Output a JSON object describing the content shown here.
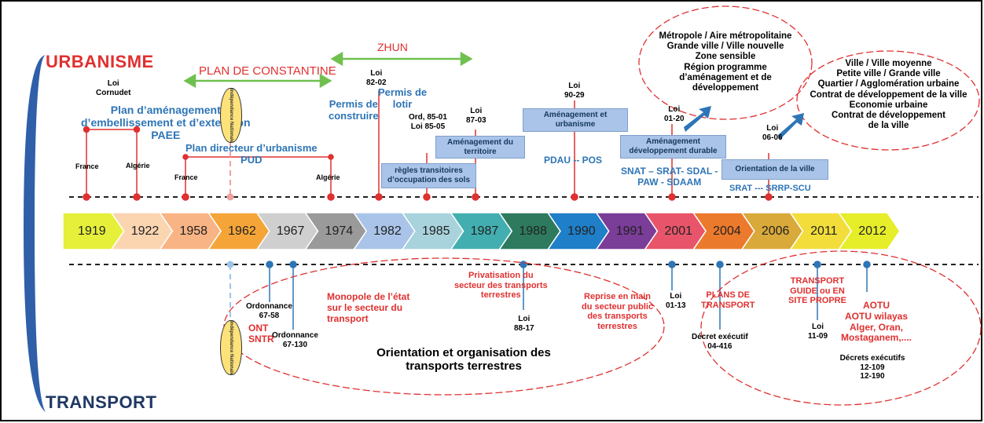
{
  "headers": {
    "urbanisme": "URBANISME",
    "transport": "TRANSPORT"
  },
  "colors": {
    "red": "#e03030",
    "blue": "#2e75b6",
    "darkblue": "#17375e",
    "box": "#a9c4e8",
    "bracket": "#2f5fa8"
  },
  "years": [
    {
      "label": "1919",
      "color": "#e6f03a"
    },
    {
      "label": "1922",
      "color": "#fbd4b0"
    },
    {
      "label": "1958",
      "color": "#f8b484"
    },
    {
      "label": "1962",
      "color": "#f5a538"
    },
    {
      "label": "1967",
      "color": "#cfcfcf"
    },
    {
      "label": "1974",
      "color": "#9a9a9a"
    },
    {
      "label": "1982",
      "color": "#a9c4e8"
    },
    {
      "label": "1985",
      "color": "#a8d3dc"
    },
    {
      "label": "1987",
      "color": "#43aeb0"
    },
    {
      "label": "1988",
      "color": "#2e7a5e"
    },
    {
      "label": "1990",
      "color": "#1f7fc8"
    },
    {
      "label": "1991",
      "color": "#7a3d98"
    },
    {
      "label": "2001",
      "color": "#e8556a"
    },
    {
      "label": "2004",
      "color": "#ec7a2c"
    },
    {
      "label": "2006",
      "color": "#d9a93a"
    },
    {
      "label": "2011",
      "color": "#f3dd3a"
    },
    {
      "label": "2012",
      "color": "#e6ee2a"
    }
  ],
  "urbanisme": {
    "zhun": "ZHUN",
    "plan_constantine": "PLAN DE CONSTANTINE",
    "loi_cornudet": [
      "Loi",
      "Cornudet"
    ],
    "paee": [
      "Plan d’aménagement",
      "d’embellissement et d’extension",
      "PAEE"
    ],
    "france1": "France",
    "algerie1": "Algérie",
    "independance": "Indépendance Nationale",
    "pud": [
      "Plan directeur d’urbanisme",
      "PUD"
    ],
    "france2": "France",
    "algerie2": "Algérie",
    "loi_82_02": [
      "Loi",
      "82-02"
    ],
    "permis_construire": [
      "Permis de",
      "construire"
    ],
    "permis_lotir": [
      "Permis de",
      "lotir"
    ],
    "ord_85": [
      "Ord, 85-01",
      "Loi 85-05"
    ],
    "regles_box": [
      "règles transitoires",
      "d’occupation des sols"
    ],
    "loi_87_03": [
      "Loi",
      "87-03"
    ],
    "amenagement_territoire_box": [
      "Aménagement du",
      "territoire"
    ],
    "loi_90_29": [
      "Loi",
      "90-29"
    ],
    "amenagement_urbanisme_box": [
      "Aménagement et",
      "urbanisme"
    ],
    "pdau_pos": "PDAU -- POS",
    "loi_01_20": [
      "Loi",
      "01-20"
    ],
    "amenagement_durable_box": [
      "Aménagement",
      "développement durable"
    ],
    "snat_line": [
      "SNAT  – SRAT- SDAL -",
      "PAW - SDAAM"
    ],
    "loi_06_06": [
      "Loi",
      "06-06"
    ],
    "orientation_ville_box": "Orientation de la ville",
    "srat_srrp": "SRAT ---  SRRP-SCU",
    "ellipse1": [
      "Métropole / Aire métropolitaine",
      "Grande ville / Ville nouvelle",
      "Zone sensible",
      "Région programme",
      "d’aménagement et de",
      "développement"
    ],
    "ellipse2": [
      "Ville / Ville moyenne",
      "Petite ville / Grande ville",
      "Quartier / Agglomération urbaine",
      "Contrat de développement de la ville",
      "Economie urbaine",
      "Contrat de développement",
      "de la ville"
    ]
  },
  "transport": {
    "ordonnance_67_58": [
      "Ordonnance",
      "67-58"
    ],
    "ont_sntr": [
      "ONT",
      "SNTR"
    ],
    "ordonnance_67_130": [
      "Ordonnance",
      "67-130"
    ],
    "independance": "Indépendance Nationale",
    "monopole": [
      "Monopole de l’état",
      "sur le secteur du",
      "transport"
    ],
    "privatisation": [
      "Privatisation du",
      "secteur des transports",
      "terrestres"
    ],
    "loi_88_17": [
      "Loi",
      "88-17"
    ],
    "reprise": [
      "Reprise en main",
      "du secteur public",
      "des transports",
      "terrestres"
    ],
    "loi_01_13": [
      "Loi",
      "01-13"
    ],
    "plans_transport": [
      "PLANS DE",
      "TRANSPORT"
    ],
    "decret_04_416": [
      "Décret exécutif",
      "04-416"
    ],
    "transport_guide": [
      "TRANSPORT",
      "GUIDE ou EN",
      "SITE PROPRE"
    ],
    "loi_11_09": [
      "Loi",
      "11-09"
    ],
    "aotu": [
      "AOTU",
      "AOTU wilayas",
      "Alger, Oran,",
      "Mostaganem,...."
    ],
    "decrets_executifs": [
      "Décrets exécutifs",
      "12-109",
      "12-190"
    ],
    "orientation": [
      "Orientation et organisation des",
      "transports terrestres"
    ]
  }
}
